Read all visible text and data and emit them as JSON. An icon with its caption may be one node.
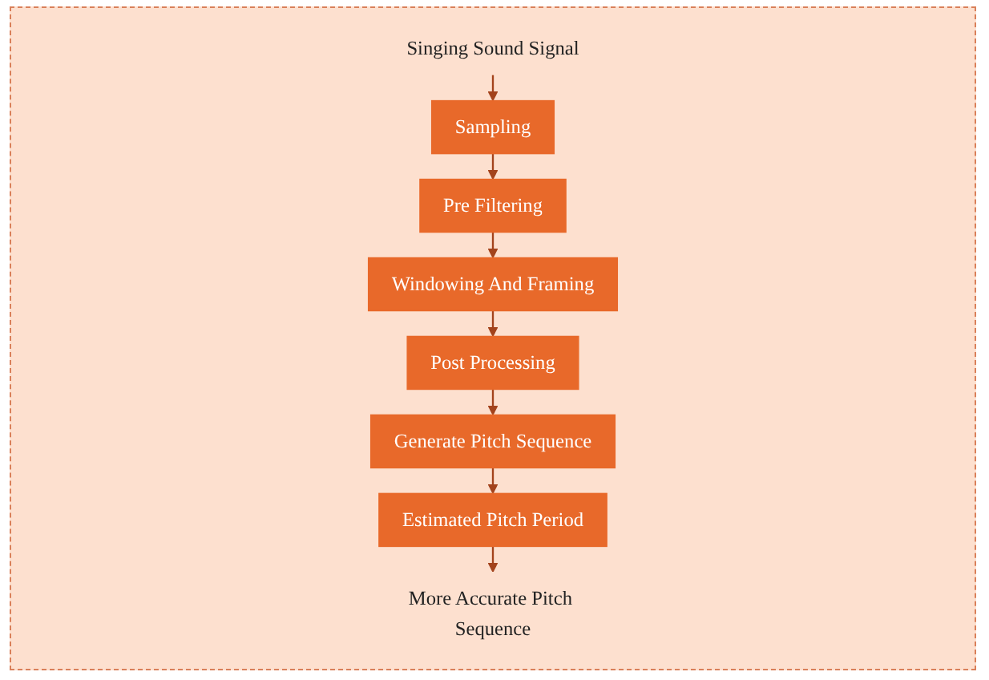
{
  "diagram": {
    "nodes": [
      {
        "text": [
          "Singing Sound Signal"
        ]
      },
      {
        "text": [
          "Sampling"
        ]
      },
      {
        "text": [
          "Pre Filtering"
        ]
      },
      {
        "text": [
          "Windowing And Framing"
        ]
      },
      {
        "text": [
          "Post Processing"
        ]
      },
      {
        "text": [
          "Generate Pitch Sequence"
        ]
      },
      {
        "text": [
          "Estimated Pitch Period"
        ]
      },
      {
        "text": [
          "More Accurate Pitch Sequence"
        ]
      }
    ],
    "edges": [
      {
        "from": 0,
        "to": 1,
        "arrow": "to"
      },
      {
        "from": 1,
        "to": 2,
        "arrow": "to"
      },
      {
        "from": 2,
        "to": 3,
        "arrow": "to"
      },
      {
        "from": 3,
        "to": 4,
        "arrow": "to"
      },
      {
        "from": 4,
        "to": 5,
        "arrow": "to"
      },
      {
        "from": 5,
        "to": 6,
        "arrow": "to"
      },
      {
        "from": 6,
        "to": 7,
        "arrow": "to"
      }
    ]
  }
}
